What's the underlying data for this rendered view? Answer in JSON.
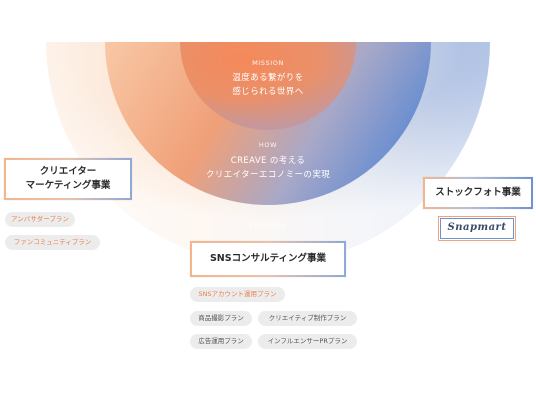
{
  "diagram": {
    "layers": {
      "mission": {
        "title": "MISSION",
        "lines": [
          "温度ある繋がりを",
          "感じられる世界へ"
        ]
      },
      "how": {
        "title": "HOW",
        "lines": [
          "CREAVE の考える",
          "クリエイターエコノミーの実現"
        ]
      },
      "business": {
        "title": "BUSINESS"
      }
    },
    "businesses": [
      {
        "name_lines": [
          "クリエイター",
          "マーケティング事業"
        ],
        "plans": [
          "アンバサダープラン",
          "ファンコミュニティプラン"
        ]
      },
      {
        "name_lines": [
          "SNSコンサルティング事業"
        ],
        "plans": [
          "SNSアカウント運用プラン",
          "商品撮影プラン",
          "クリエイティブ制作プラン",
          "広告運用プラン",
          "インフルエンサーPRプラン"
        ]
      },
      {
        "name_lines": [
          "ストックフォト事業"
        ],
        "logo_text": "Snapmart"
      }
    ],
    "colors": {
      "orange": "#f08a55",
      "peach": "#fbe3d3",
      "blue": "#6b8fd0",
      "light_blue": "#c6d4ee",
      "pill_bg": "#ececec",
      "accent_text": "#e8804e"
    }
  }
}
